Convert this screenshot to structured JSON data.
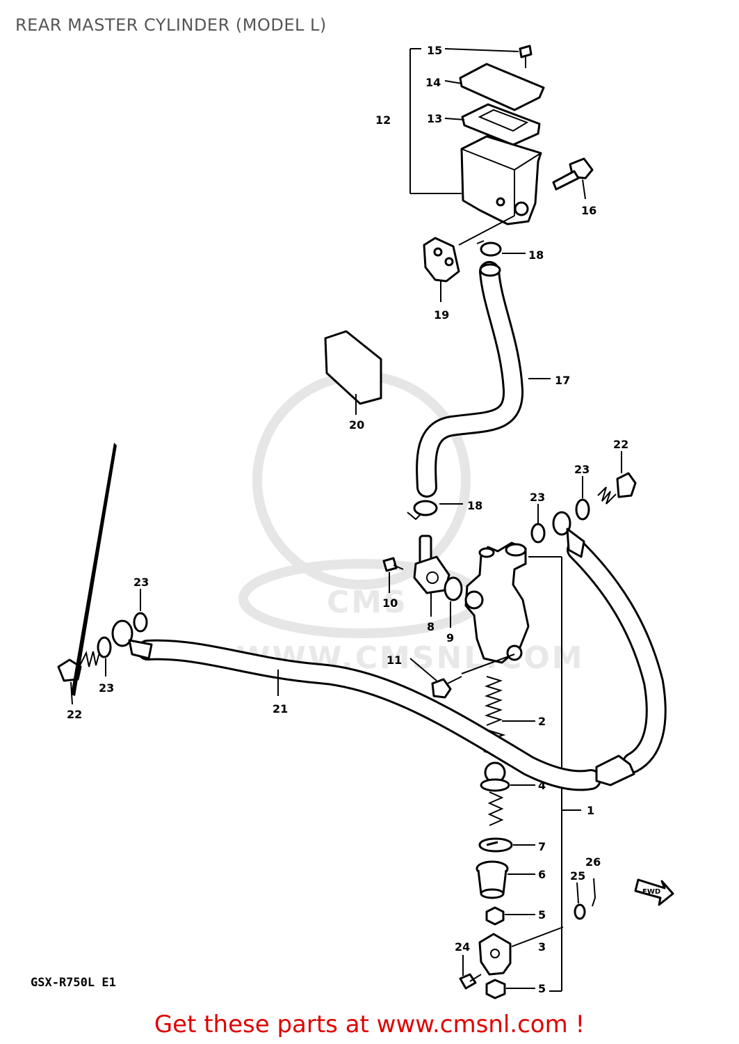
{
  "page": {
    "title": "REAR MASTER CYLINDER (MODEL L)",
    "model_code": "GSX-R750L  E1",
    "cta_text": "Get these parts at www.cmsnl.com !",
    "watermark_text": "WWW.CMSNL.COM",
    "watermark_logo": "CMS"
  },
  "callouts": {
    "c1": "1",
    "c2": "2",
    "c3": "3",
    "c4": "4",
    "c5a": "5",
    "c5b": "5",
    "c6": "6",
    "c7": "7",
    "c8": "8",
    "c9": "9",
    "c10": "10",
    "c11": "11",
    "c12": "12",
    "c13": "13",
    "c14": "14",
    "c15": "15",
    "c16": "16",
    "c17": "17",
    "c18a": "18",
    "c18b": "18",
    "c19": "19",
    "c20": "20",
    "c21": "21",
    "c22a": "22",
    "c22b": "22",
    "c23a": "23",
    "c23b": "23",
    "c23c": "23",
    "c23d": "23",
    "c24": "24",
    "c25": "25",
    "c26": "26",
    "fwd": "FWD"
  },
  "colors": {
    "cta": "#e00000",
    "title": "#555555",
    "lines": "#000000"
  }
}
